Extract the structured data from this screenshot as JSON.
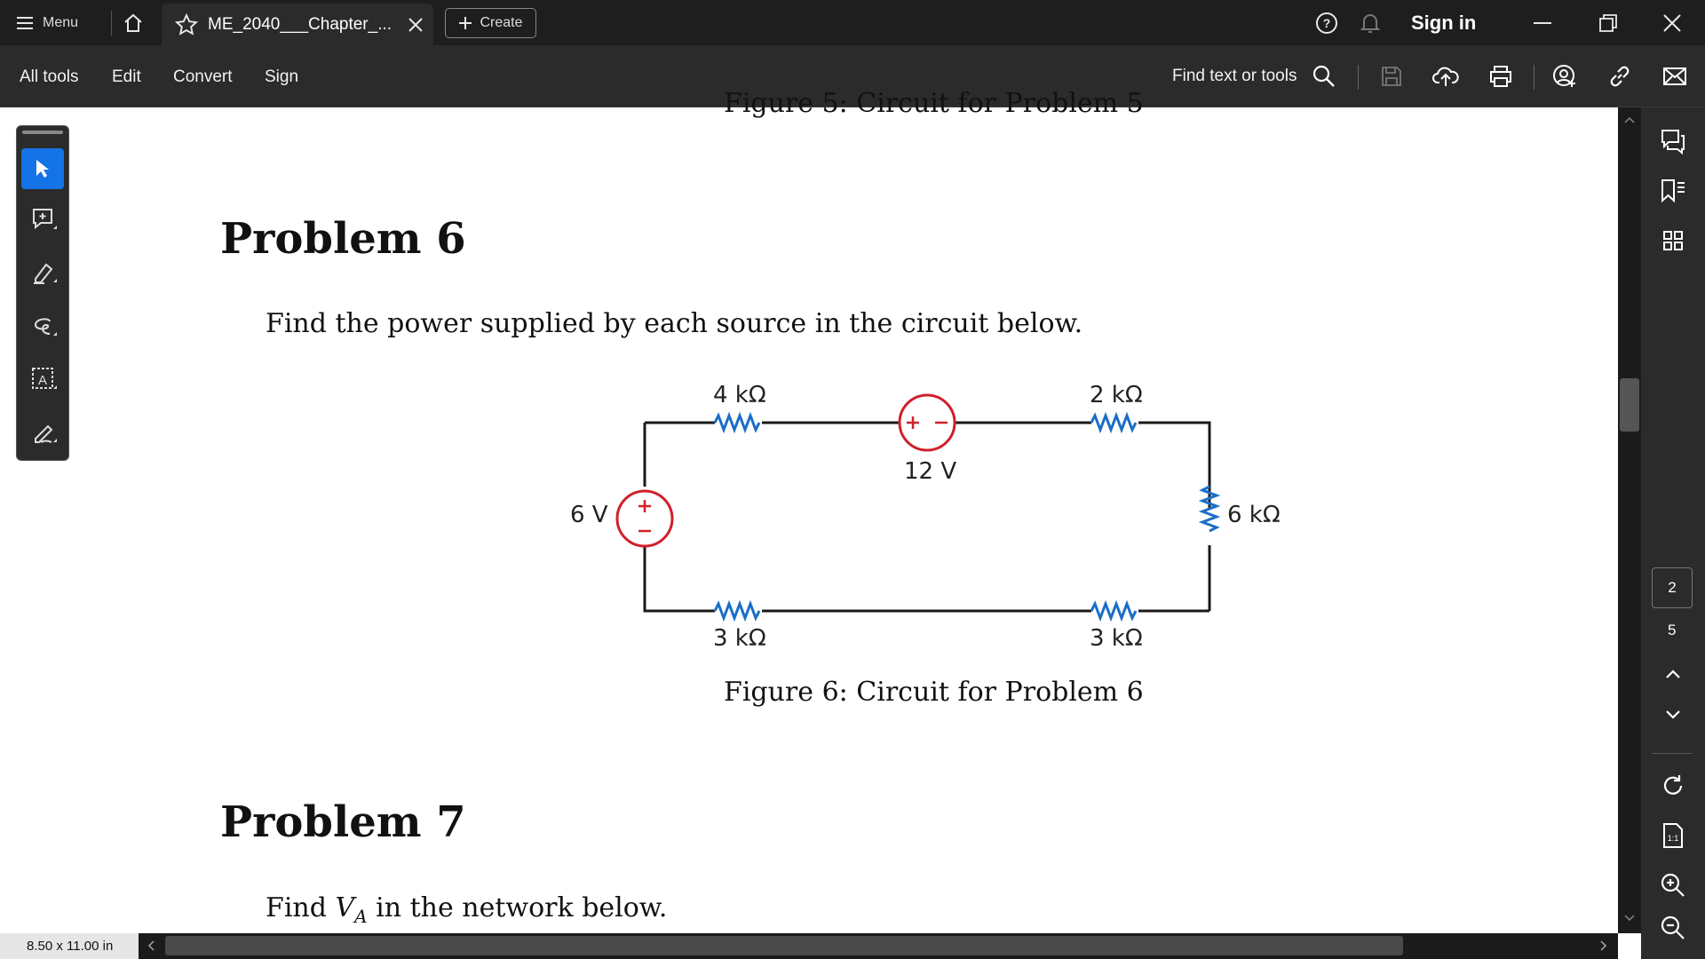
{
  "topbar": {
    "menu_label": "Menu",
    "tab_title": "ME_2040___Chapter_...",
    "create_label": "Create",
    "sign_in_label": "Sign in"
  },
  "toolbar": {
    "items": [
      "All tools",
      "Edit",
      "Convert",
      "Sign"
    ],
    "find_label": "Find text or tools"
  },
  "document": {
    "prev_caption": "Figure 5: Circuit for Problem 5",
    "problem6_heading": "Problem 6",
    "problem6_text": "Find the power supplied by each source in the circuit below.",
    "circuit": {
      "r_top_left": "4 kΩ",
      "source_top": "12 V",
      "r_top_right": "2 kΩ",
      "source_left": "6 V",
      "r_right": "6 kΩ",
      "r_bottom_left": "3 kΩ",
      "r_bottom_right": "3 kΩ"
    },
    "fig6_caption": "Figure 6: Circuit for Problem 6",
    "problem7_heading": "Problem 7",
    "problem7_text_pre": "Find ",
    "problem7_var": "V",
    "problem7_sub": "A",
    "problem7_text_post": " in the network below."
  },
  "page_nav": {
    "current_page": "2",
    "total_pages": "5"
  },
  "status": {
    "page_size": "8.50 x 11.00 in"
  },
  "colors": {
    "accent_blue": "#1473e6",
    "source_red": "#d0202a",
    "resistor_blue": "#1a6ec8"
  },
  "icons": [
    "hamburger-icon",
    "home-icon",
    "star-icon",
    "close-icon",
    "plus-icon",
    "help-icon",
    "bell-icon",
    "minimize-icon",
    "restore-icon",
    "window-close-icon",
    "search-icon",
    "save-icon",
    "upload-cloud-icon",
    "print-icon",
    "share-user-icon",
    "link-icon",
    "mail-icon",
    "select-cursor-icon",
    "add-comment-icon",
    "highlighter-icon",
    "lasso-icon",
    "text-select-icon",
    "sign-pen-icon",
    "comment-panel-icon",
    "bookmark-panel-icon",
    "grid-panel-icon",
    "page-up-icon",
    "page-down-icon",
    "rotate-icon",
    "fit-page-icon",
    "zoom-in-icon",
    "zoom-out-icon"
  ]
}
